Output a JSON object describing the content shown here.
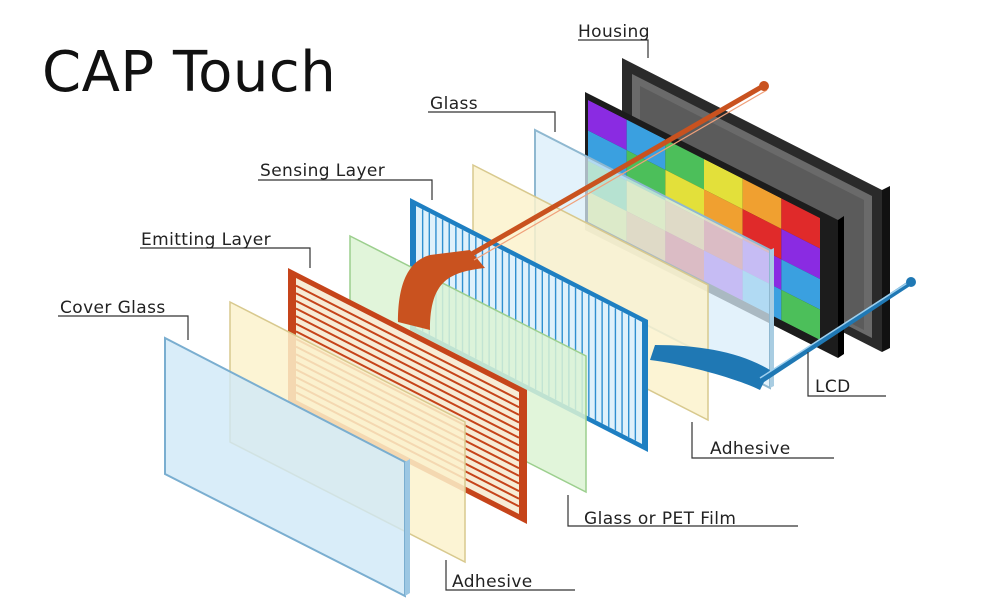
{
  "title": "CAP Touch",
  "labels": {
    "housing": "Housing",
    "glass": "Glass",
    "sensing_layer": "Sensing Layer",
    "emitting_layer": "Emitting Layer",
    "cover_glass": "Cover Glass",
    "lcd": "LCD",
    "adhesive_upper": "Adhesive",
    "glass_or_pet_film": "Glass or PET Film",
    "adhesive_lower": "Adhesive"
  },
  "colors": {
    "housing": "#2a2a2a",
    "glass": "#d9eef9",
    "sensing_layer": "#1e7fc2",
    "emitting_layer": "#c6441a",
    "cover_glass": "#cfe8f7",
    "adhesive": "#fbf2cc",
    "pet_film": "#dcf3d4",
    "flex_orange": "#c9521f",
    "flex_blue": "#1f78b4"
  },
  "lcd_palette": [
    "#8a2be2",
    "#3aa0e0",
    "#4cbf5a",
    "#e3e03a",
    "#f0a030",
    "#e02a2a"
  ]
}
